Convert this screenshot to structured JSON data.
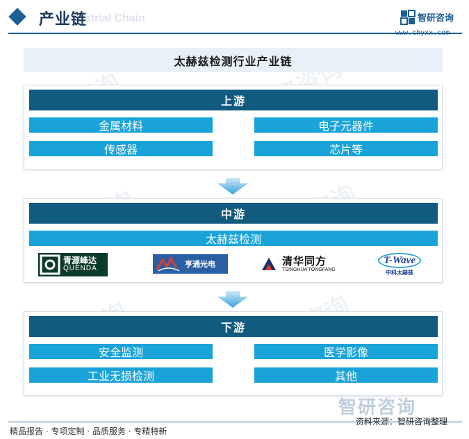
{
  "header": {
    "title": "产业链",
    "subtitle_en": "Industrial Chain",
    "brand_name": "智研咨询",
    "brand_url": "www.chyxx.com"
  },
  "chain_title": "太赫兹检测行业产业链",
  "upstream": {
    "heading": "上游",
    "items": [
      "金属材料",
      "电子元器件",
      "传感器",
      "芯片等"
    ]
  },
  "midstream": {
    "heading": "中游",
    "item": "太赫兹检测",
    "companies": [
      {
        "cn": "青源峰达",
        "en": "QUENDA"
      },
      {
        "cn": "亨通光电"
      },
      {
        "cn": "清华同方",
        "en": "TSINGHUA TONGFANG"
      },
      {
        "en": "T-Wave",
        "cn": "中科太赫兹"
      }
    ]
  },
  "downstream": {
    "heading": "下游",
    "items": [
      "安全监测",
      "医学影像",
      "工业无损检测",
      "其他"
    ]
  },
  "footer": {
    "left": "精品报告 · 专项定制 · 品质服务 · 专精特新",
    "right": "资料来源：智研咨询整理",
    "watermark": "智研咨询"
  },
  "colors": {
    "primary": "#115a80",
    "cell": "#19a3d9",
    "accent": "#1b5f96"
  }
}
